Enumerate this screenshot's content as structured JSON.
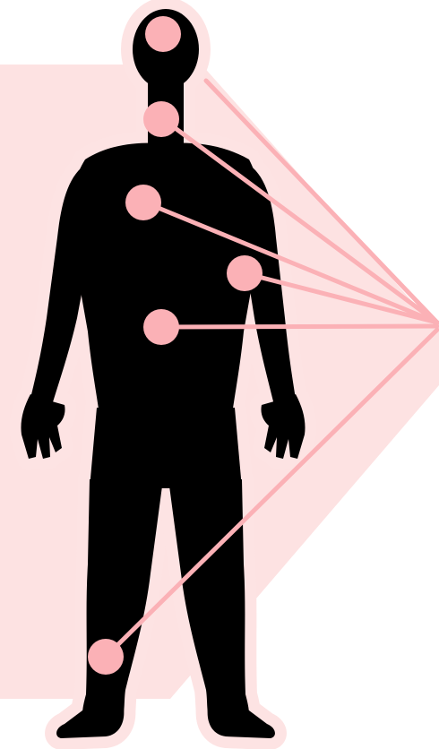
{
  "colors": {
    "background": "#ffffff",
    "backdrop": "#fde2e2",
    "halo": "#fde3e3",
    "silhouette": "#000000",
    "marker": "#fbb1b6",
    "connector": "#fbb1b6"
  },
  "markers": [
    {
      "id": "head",
      "label": ""
    },
    {
      "id": "throat",
      "label": ""
    },
    {
      "id": "chest",
      "label": ""
    },
    {
      "id": "right-arm",
      "label": ""
    },
    {
      "id": "abdomen",
      "label": ""
    },
    {
      "id": "knee",
      "label": ""
    }
  ]
}
